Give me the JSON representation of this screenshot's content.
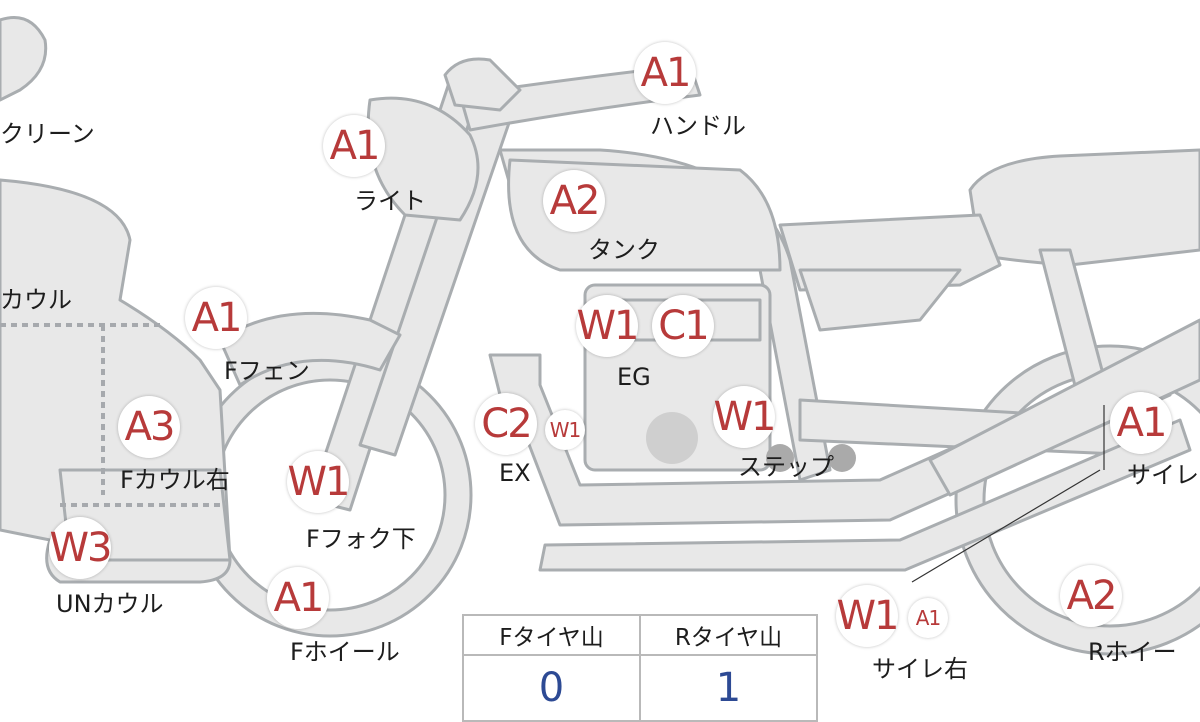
{
  "parts": [
    {
      "id": "screen",
      "grade": "",
      "label": "クリーン"
    },
    {
      "id": "handle",
      "grade": "A1",
      "label": "ハンドル"
    },
    {
      "id": "light",
      "grade": "A1",
      "label": "ライト"
    },
    {
      "id": "tank",
      "grade": "A2",
      "label": "タンク"
    },
    {
      "id": "cowl",
      "grade": "",
      "label": "カウル"
    },
    {
      "id": "f-fender",
      "grade": "A1",
      "label": "Fフェン"
    },
    {
      "id": "engine",
      "grade": "W1 C1",
      "label": "EG"
    },
    {
      "id": "f-cowl-right",
      "grade": "A3",
      "label": "Fカウル右"
    },
    {
      "id": "exhaust",
      "grade": "C2 W1",
      "label": "EX"
    },
    {
      "id": "step",
      "grade": "W1",
      "label": "ステップ"
    },
    {
      "id": "silencer",
      "grade": "A1",
      "label": "サイレ"
    },
    {
      "id": "f-fork-lower",
      "grade": "W1",
      "label": "Fフォク下"
    },
    {
      "id": "under-cowl",
      "grade": "W3",
      "label": "UNカウル"
    },
    {
      "id": "f-wheel",
      "grade": "A1",
      "label": "Fホイール"
    },
    {
      "id": "silencer-right",
      "grade": "W1 A1",
      "label": "サイレ右"
    },
    {
      "id": "r-wheel",
      "grade": "A2",
      "label": "Rホイー"
    }
  ],
  "tread": {
    "headers": [
      "Fタイヤ山",
      "Rタイヤ山"
    ],
    "values": [
      "0",
      "1"
    ]
  },
  "colors": {
    "grade": "#b73a3a",
    "body": "#e8e8e8",
    "outline": "#a9adb0",
    "value": "#2d4a94"
  }
}
